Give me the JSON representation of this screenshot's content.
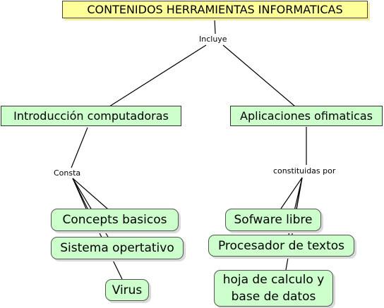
{
  "root": {
    "label": "CONTENIDOS HERRAMIENTAS INFORMATICAS"
  },
  "links": {
    "incluye": "Incluye",
    "consta": "Consta",
    "constituidas": "constituidas por"
  },
  "topics": {
    "intro": "Introducción computadoras",
    "apps": "Aplicaciones ofimaticas"
  },
  "leaves": {
    "conceptos": "Concepts basicos",
    "sistema": "Sistema opertativo",
    "virus": "Virus",
    "software": "Sofware libre",
    "procesador": "Procesador de textos",
    "hoja": "hoja de calculo y base de datos"
  },
  "colors": {
    "root_fill": "#ffff99",
    "node_fill": "#ccffcc",
    "line": "#000000"
  }
}
